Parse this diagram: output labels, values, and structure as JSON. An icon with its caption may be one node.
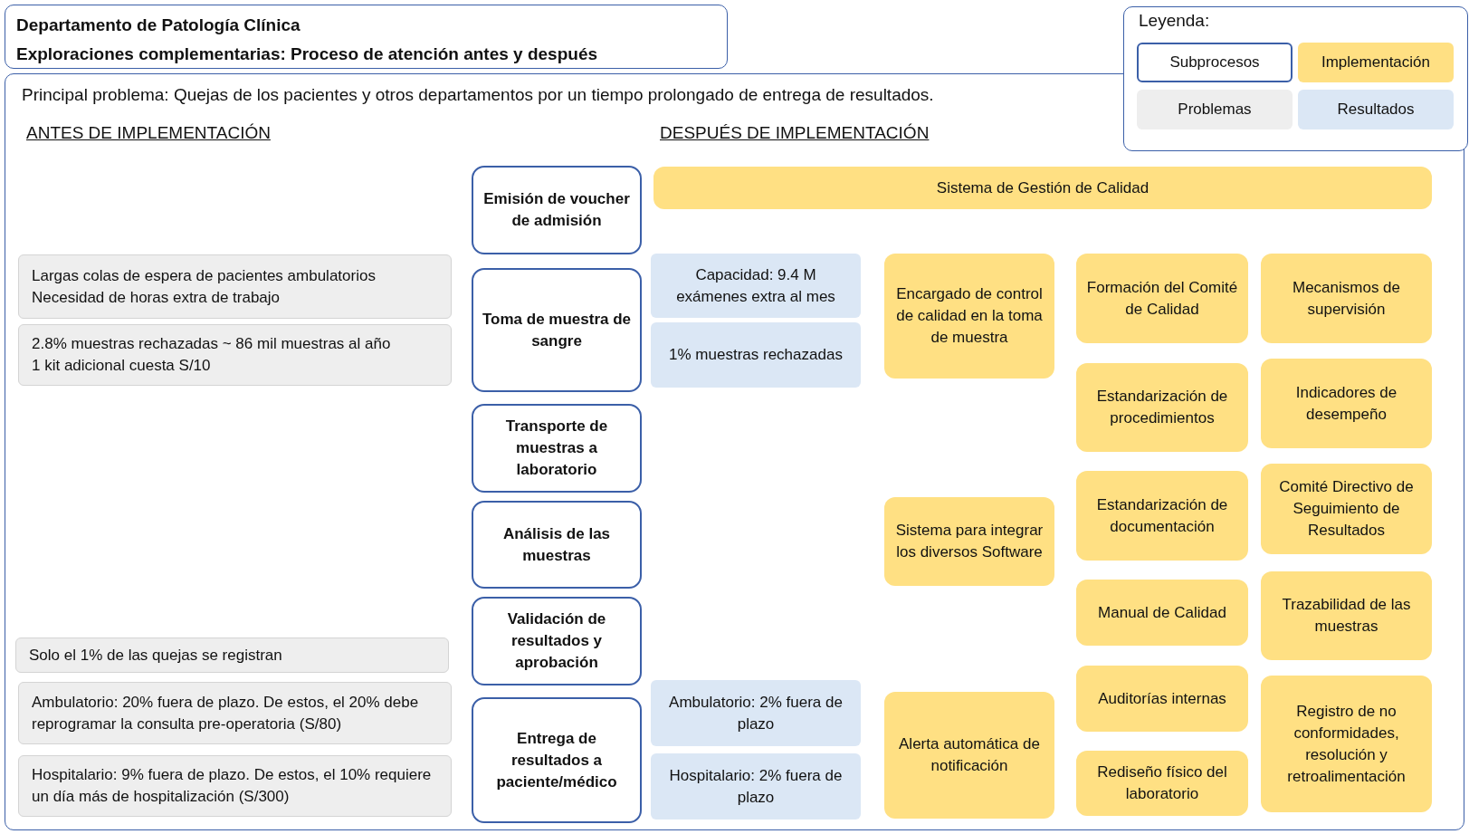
{
  "diagram": {
    "nodes": [
      {
        "text": [
          "Departamento de Patología Clínica",
          "Exploraciones complementarias: Proceso de atención antes y después"
        ]
      },
      {
        "text": [
          "Principal problema: Quejas de los pacientes y otros departamentos por un tiempo prolongado de entrega de resultados."
        ]
      },
      {
        "text": [
          "Emisión de voucher de admisión"
        ],
        "in": 1
      },
      {
        "text": [
          "Sistema de Gestión de Calidad"
        ],
        "in": 1
      },
      {
        "text": [
          "Largas colas de espera de pacientes ambulatorios",
          "Necesidad de horas extra de trabajo"
        ],
        "in": 1
      },
      {
        "text": [
          "Toma de muestra de sangre"
        ],
        "in": 1
      },
      {
        "text": [
          "Capacidad: 9.4 M exámenes extra al mes"
        ],
        "in": 1
      },
      {
        "text": [
          "Encargado de control de calidad en la toma de muestra"
        ],
        "in": 1
      },
      {
        "text": [
          "Formación del Comité de Calidad"
        ],
        "in": 1
      },
      {
        "text": [
          "Mecanismos de supervisión"
        ],
        "in": 1
      },
      {
        "text": [
          "2.8% muestras rechazadas ~ 86 mil muestras al año",
          "1 kit adicional cuesta S/10"
        ],
        "in": 1
      },
      {
        "text": [
          "1% muestras rechazadas"
        ],
        "in": 1
      },
      {
        "text": [
          "Estandarización de procedimientos"
        ],
        "in": 1
      },
      {
        "text": [
          "Indicadores de desempeño"
        ],
        "in": 1
      },
      {
        "text": [
          "Transporte de muestras a laboratorio"
        ],
        "in": 1
      },
      {
        "text": [
          "Análisis de las muestras"
        ],
        "in": 1
      },
      {
        "text": [
          "Sistema para integrar los diversos Software"
        ],
        "in": 1
      },
      {
        "text": [
          "Estandarización de documentación"
        ],
        "in": 1
      },
      {
        "text": [
          "Comité Directivo de Seguimiento de Resultados"
        ],
        "in": 1
      },
      {
        "text": [
          "Manual de Calidad"
        ],
        "in": 1
      },
      {
        "text": [
          "Trazabilidad de las muestras"
        ],
        "in": 1
      },
      {
        "text": [
          "Solo el 1% de las quejas se registran"
        ],
        "in": 1
      },
      {
        "text": [
          "Validación de resultados y aprobación"
        ],
        "in": 1
      },
      {
        "text": [
          "Auditorías internas"
        ],
        "in": 1
      },
      {
        "text": [
          "Registro de no conformidades, resolución y retroalimentación"
        ],
        "in": 1
      },
      {
        "text": [
          "Ambulatorio: 20% fuera de plazo. De estos, el 20% debe reprogramar la consulta pre-operatoria (S/80)"
        ],
        "in": 1
      },
      {
        "text": [
          "Entrega de resultados a paciente/médico"
        ],
        "in": 1
      },
      {
        "text": [
          "Ambulatorio: 2% fuera de plazo"
        ],
        "in": 1
      },
      {
        "text": [
          "Alerta automática de notificación"
        ],
        "in": 1
      },
      {
        "text": [
          "Rediseño físico del laboratorio"
        ],
        "in": 1
      },
      {
        "text": [
          "Hospitalario: 9% fuera de plazo. De estos, el 10% requiere un día más de hospitalización (S/300)"
        ],
        "in": 1
      },
      {
        "text": [
          "Hospitalario: 2% fuera de plazo"
        ],
        "in": 1
      }
    ],
    "edges": [],
    "labels": [
      "Leyenda:",
      "ANTES DE IMPLEMENTACIÓN",
      "DESPUÉS DE IMPLEMENTACIÓN"
    ],
    "legend": [
      {
        "text": "Subprocesos"
      },
      {
        "text": "Implementación",
        "color": "#ffe083"
      },
      {
        "text": "Problemas",
        "color": "#eeeeee"
      },
      {
        "text": "Resultados",
        "color": "#dbe7f5"
      }
    ]
  }
}
